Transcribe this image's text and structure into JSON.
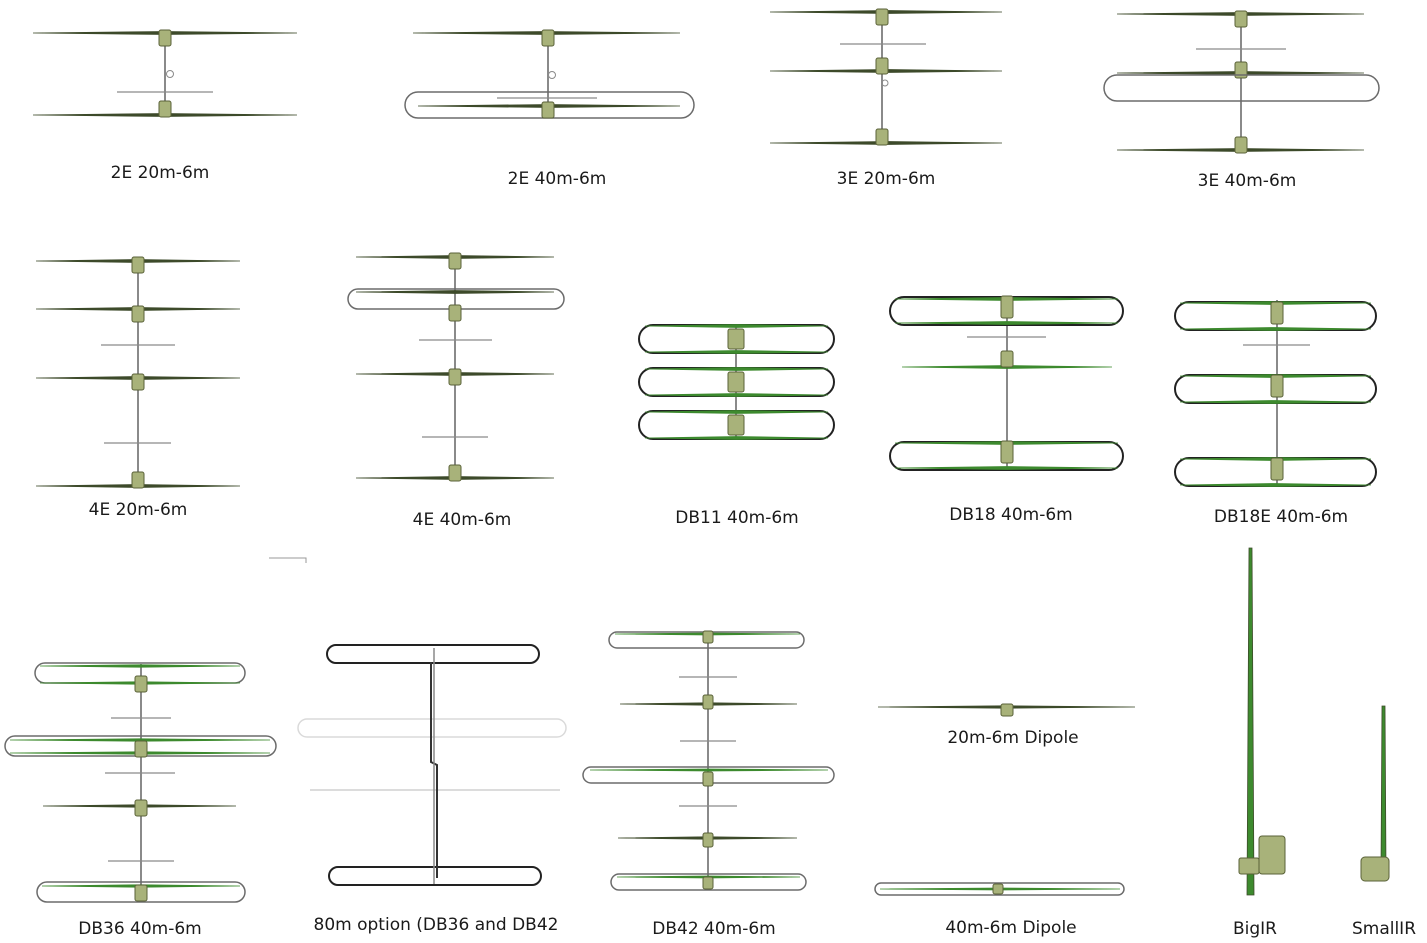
{
  "antennas": [
    {
      "id": "2e-20m",
      "label": "2E 20m-6m"
    },
    {
      "id": "2e-40m",
      "label": "2E 40m-6m"
    },
    {
      "id": "3e-20m",
      "label": "3E 20m-6m"
    },
    {
      "id": "3e-40m",
      "label": "3E 40m-6m"
    },
    {
      "id": "4e-20m",
      "label": "4E 20m-6m"
    },
    {
      "id": "4e-40m",
      "label": "4E 40m-6m"
    },
    {
      "id": "db11",
      "label": "DB11 40m-6m"
    },
    {
      "id": "db18",
      "label": "DB18 40m-6m"
    },
    {
      "id": "db18e",
      "label": "DB18E 40m-6m"
    },
    {
      "id": "db36",
      "label": "DB36 40m-6m"
    },
    {
      "id": "80m-option",
      "label": "80m option (DB36 and DB42"
    },
    {
      "id": "db42",
      "label": "DB42 40m-6m"
    },
    {
      "id": "dipole-20m",
      "label": "20m-6m Dipole"
    },
    {
      "id": "dipole-40m",
      "label": "40m-6m Dipole"
    },
    {
      "id": "bigir",
      "label": "BigIR"
    },
    {
      "id": "smallir",
      "label": "SmallIR"
    }
  ],
  "colors": {
    "element_dark": "#3d4a2a",
    "element_green": "#3d8a2e",
    "hub": "#a8b27a",
    "hub_stroke": "#5a6238",
    "boom": "#8a8a8a",
    "loop": "#6b6b6b"
  }
}
